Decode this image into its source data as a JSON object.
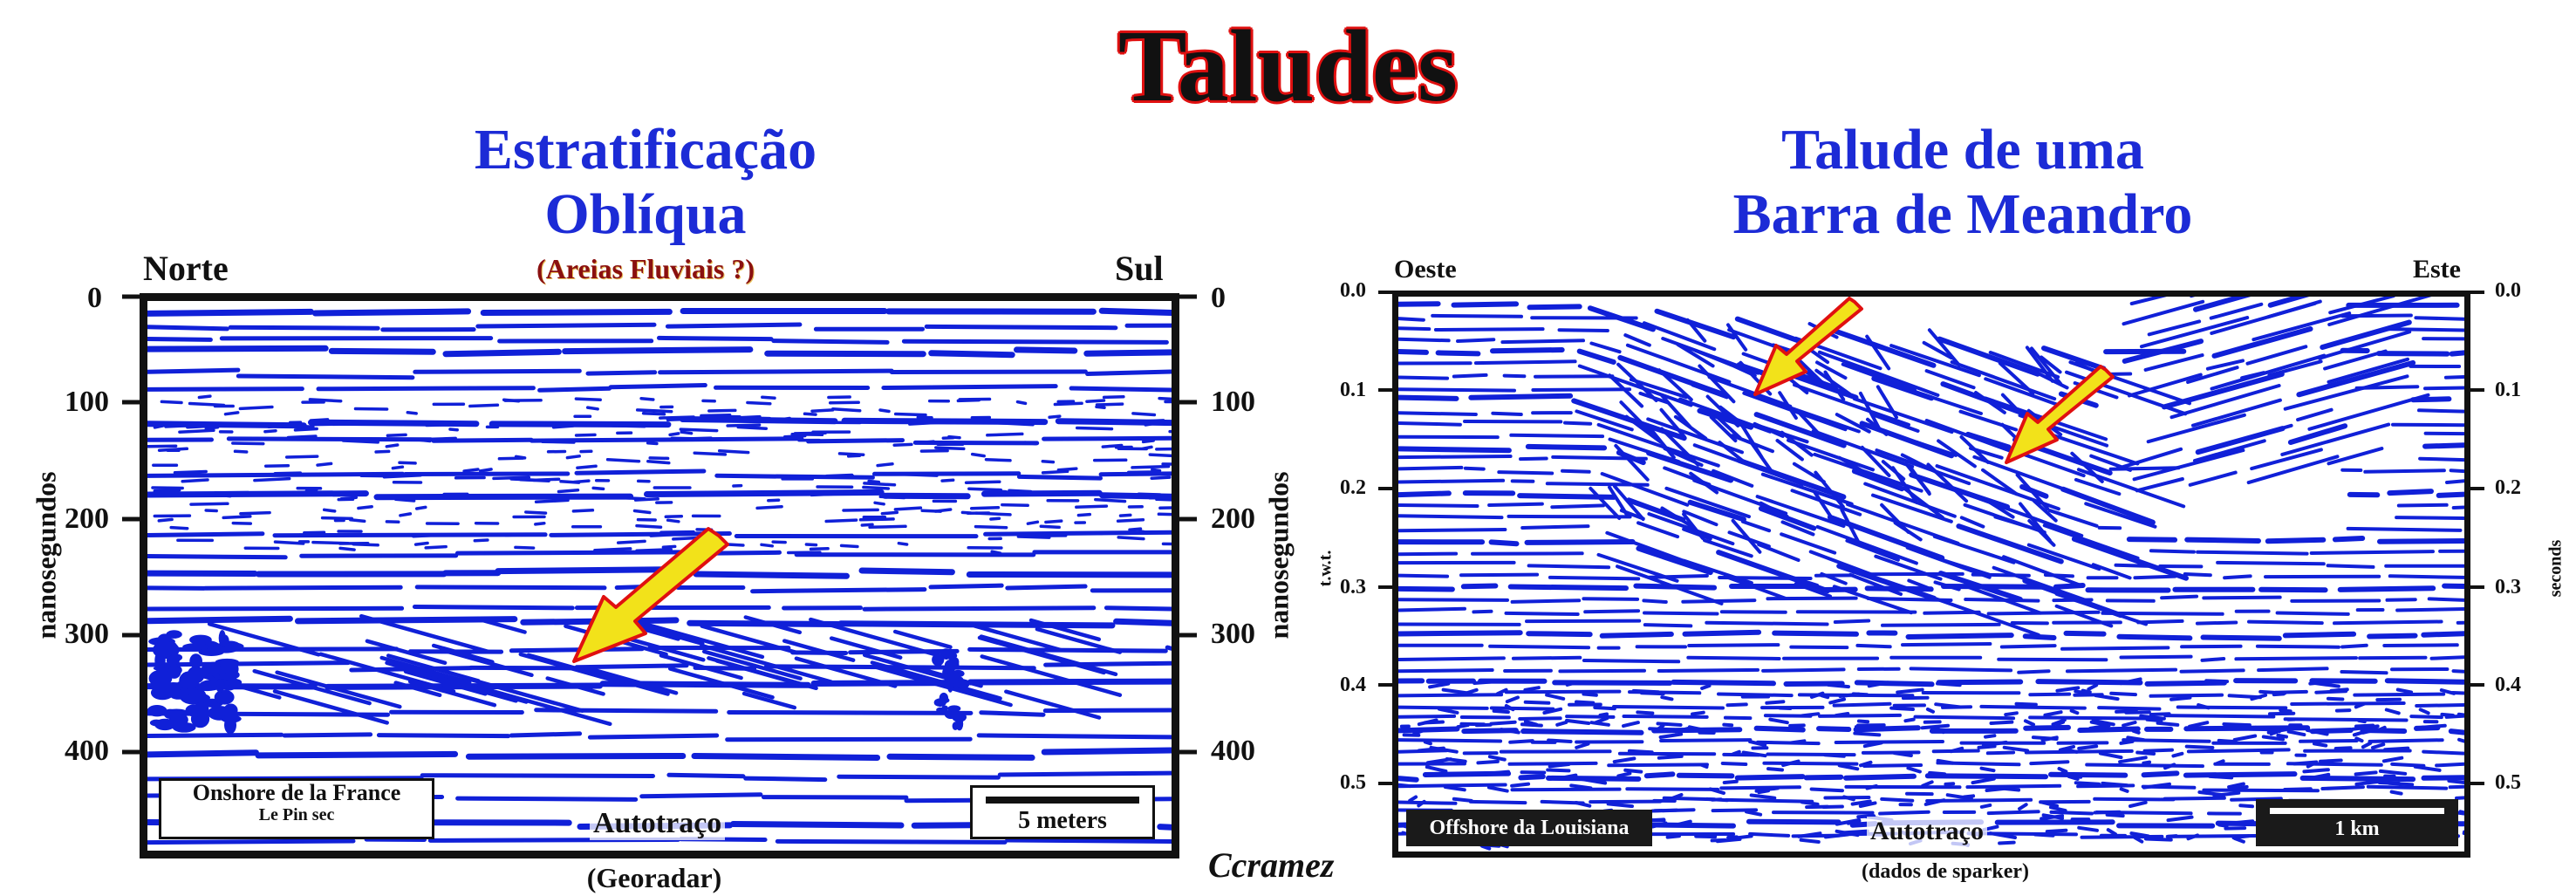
{
  "main_title": "Taludes",
  "left_panel": {
    "title_line1": "Estratificação",
    "title_line2": "Oblíqua",
    "subtitle": "(Areias Fluviais ?)",
    "left_dir": "Norte",
    "right_dir": "Sul",
    "y_label_left": "nanosegundos",
    "y_label_right": "nanosegundos",
    "ticks": [
      "0",
      "100",
      "200",
      "300",
      "400"
    ],
    "location_line1": "Onshore de la France",
    "location_line2": "Le Pin sec",
    "overlay": "Autotraço",
    "scale": "5 meters",
    "caption": "(Georadar)",
    "colors": {
      "reflector": "#1020d8",
      "arrow_fill": "#f2e21a",
      "arrow_stroke": "#e01010"
    }
  },
  "right_panel": {
    "title_line1": "Talude de uma",
    "title_line2": "Barra de Meandro",
    "left_dir": "Oeste",
    "right_dir": "Este",
    "y_label_left": "t.w.t.",
    "y_label_right": "seconds",
    "ticks": [
      "0.0",
      "0.1",
      "0.2",
      "0.3",
      "0.4",
      "0.5"
    ],
    "location": "Offshore da Louisiana",
    "overlay": "Autotraço",
    "scale": "1 km",
    "caption": "(dados de sparker)"
  },
  "signature": "Ccramez"
}
